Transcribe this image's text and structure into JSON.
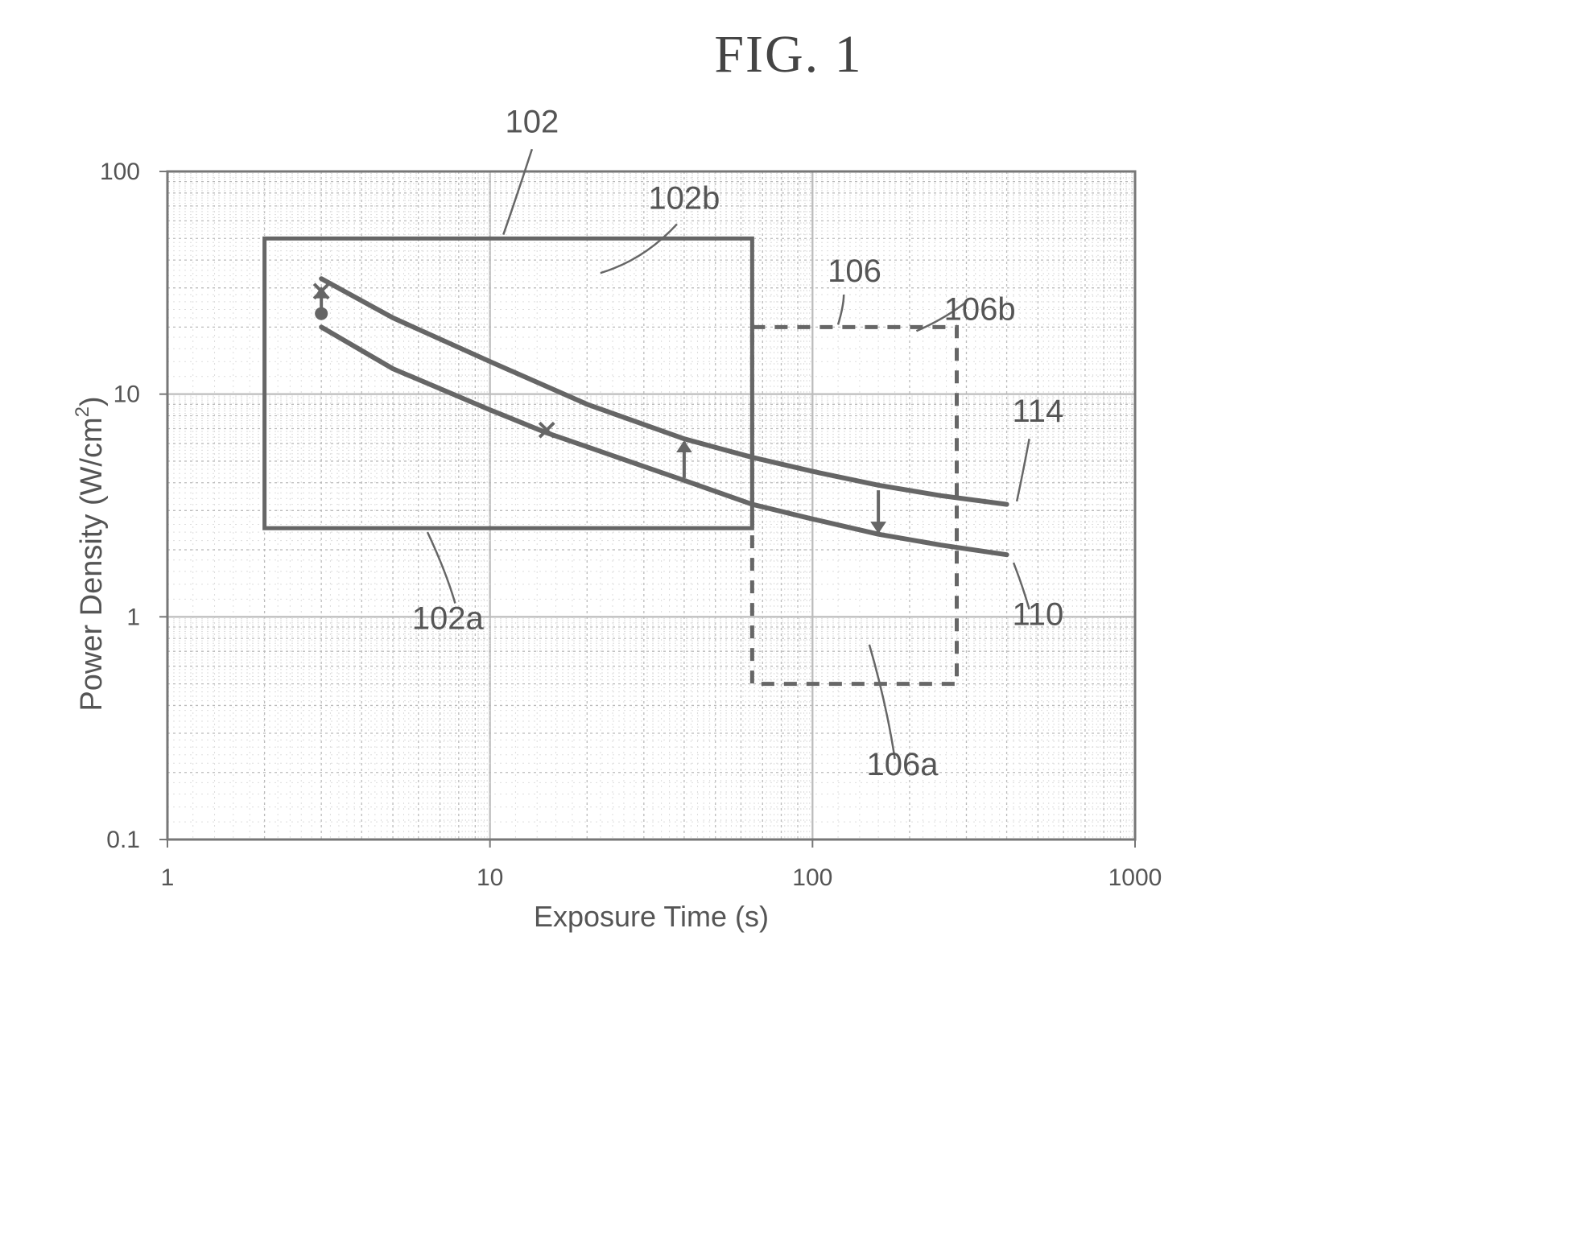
{
  "figure": {
    "title": "FIG. 1"
  },
  "colors": {
    "line": "#666666",
    "grid": "#bbbbbb",
    "text": "#555555"
  },
  "chart_data": {
    "type": "line",
    "title": "FIG. 1",
    "xlabel": "Exposure Time (s)",
    "ylabel": "Power Density (W/cm2)",
    "ylabel_parts": {
      "main": "Power Density (W/cm",
      "sup": "2",
      "end": ")"
    },
    "x_scale": "log",
    "y_scale": "log",
    "xlim": [
      1,
      1000
    ],
    "ylim": [
      0.1,
      100
    ],
    "grid": true,
    "x_ticks": [
      {
        "value": 1,
        "label": "1"
      },
      {
        "value": 10,
        "label": "10"
      },
      {
        "value": 100,
        "label": "100"
      },
      {
        "value": 1000,
        "label": "1000"
      }
    ],
    "y_ticks": [
      {
        "value": 0.1,
        "label": "0.1"
      },
      {
        "value": 1,
        "label": "1"
      },
      {
        "value": 10,
        "label": "10"
      },
      {
        "value": 100,
        "label": "100"
      }
    ],
    "series": [
      {
        "name": "114",
        "style": "solid",
        "x": [
          3,
          5,
          10,
          20,
          40,
          65,
          100,
          160,
          250,
          400
        ],
        "y": [
          33,
          22,
          14,
          9,
          6.3,
          5.2,
          4.5,
          3.9,
          3.5,
          3.2
        ]
      },
      {
        "name": "110",
        "style": "solid",
        "x": [
          3,
          5,
          10,
          15,
          20,
          40,
          65,
          100,
          160,
          250,
          400
        ],
        "y": [
          20,
          13,
          8.5,
          6.7,
          5.8,
          4.1,
          3.2,
          2.75,
          2.35,
          2.1,
          1.9
        ]
      }
    ],
    "regions": [
      {
        "name": "102",
        "style": "solid",
        "x": [
          2,
          65
        ],
        "y": [
          2.5,
          50
        ]
      },
      {
        "name": "106",
        "style": "dashed",
        "x": [
          65,
          280
        ],
        "y": [
          0.5,
          20
        ]
      }
    ],
    "points": [
      {
        "x": 3,
        "y": 29,
        "marker": "x"
      },
      {
        "x": 3,
        "y": 23,
        "marker": "o"
      },
      {
        "x": 15,
        "y": 6.9,
        "marker": "x"
      }
    ],
    "arrows": [
      {
        "x": 3,
        "y_from": 23,
        "y_to": 30
      },
      {
        "x": 40,
        "y_from": 4.2,
        "y_to": 6.1
      },
      {
        "x": 160,
        "y_from": 3.7,
        "y_to": 2.4
      }
    ],
    "reference_labels": [
      {
        "text": "102",
        "x": 13.5,
        "y": 150
      },
      {
        "text": "102b",
        "x": 40,
        "y": 68
      },
      {
        "text": "106",
        "x": 135,
        "y": 32
      },
      {
        "text": "106b",
        "x": 330,
        "y": 21.5
      },
      {
        "text": "102a",
        "x": 7.4,
        "y": 0.88
      },
      {
        "text": "106a",
        "x": 190,
        "y": 0.195
      },
      {
        "text": "114",
        "x": 500,
        "y": 7.5
      },
      {
        "text": "110",
        "x": 500,
        "y": 0.92
      }
    ],
    "leaders": [
      {
        "for": "102",
        "x": [
          13.5,
          12.2,
          11
        ],
        "y": [
          126,
          80,
          52
        ]
      },
      {
        "for": "102b",
        "x": [
          38,
          30,
          22
        ],
        "y": [
          58,
          40,
          35
        ]
      },
      {
        "for": "106",
        "x": [
          125,
          125,
          120
        ],
        "y": [
          28,
          25,
          20.5
        ]
      },
      {
        "for": "106b",
        "x": [
          300,
          260,
          210
        ],
        "y": [
          26,
          22,
          19.2
        ]
      },
      {
        "for": "102a",
        "x": [
          7.8,
          7.3,
          6.4
        ],
        "y": [
          1.15,
          1.6,
          2.4
        ]
      },
      {
        "for": "106a",
        "x": [
          180,
          170,
          150
        ],
        "y": [
          0.23,
          0.4,
          0.75
        ]
      },
      {
        "for": "114",
        "x": [
          470,
          450,
          430
        ],
        "y": [
          6.3,
          4.5,
          3.3
        ]
      },
      {
        "for": "110",
        "x": [
          470,
          450,
          420
        ],
        "y": [
          1.08,
          1.35,
          1.75
        ]
      }
    ]
  }
}
